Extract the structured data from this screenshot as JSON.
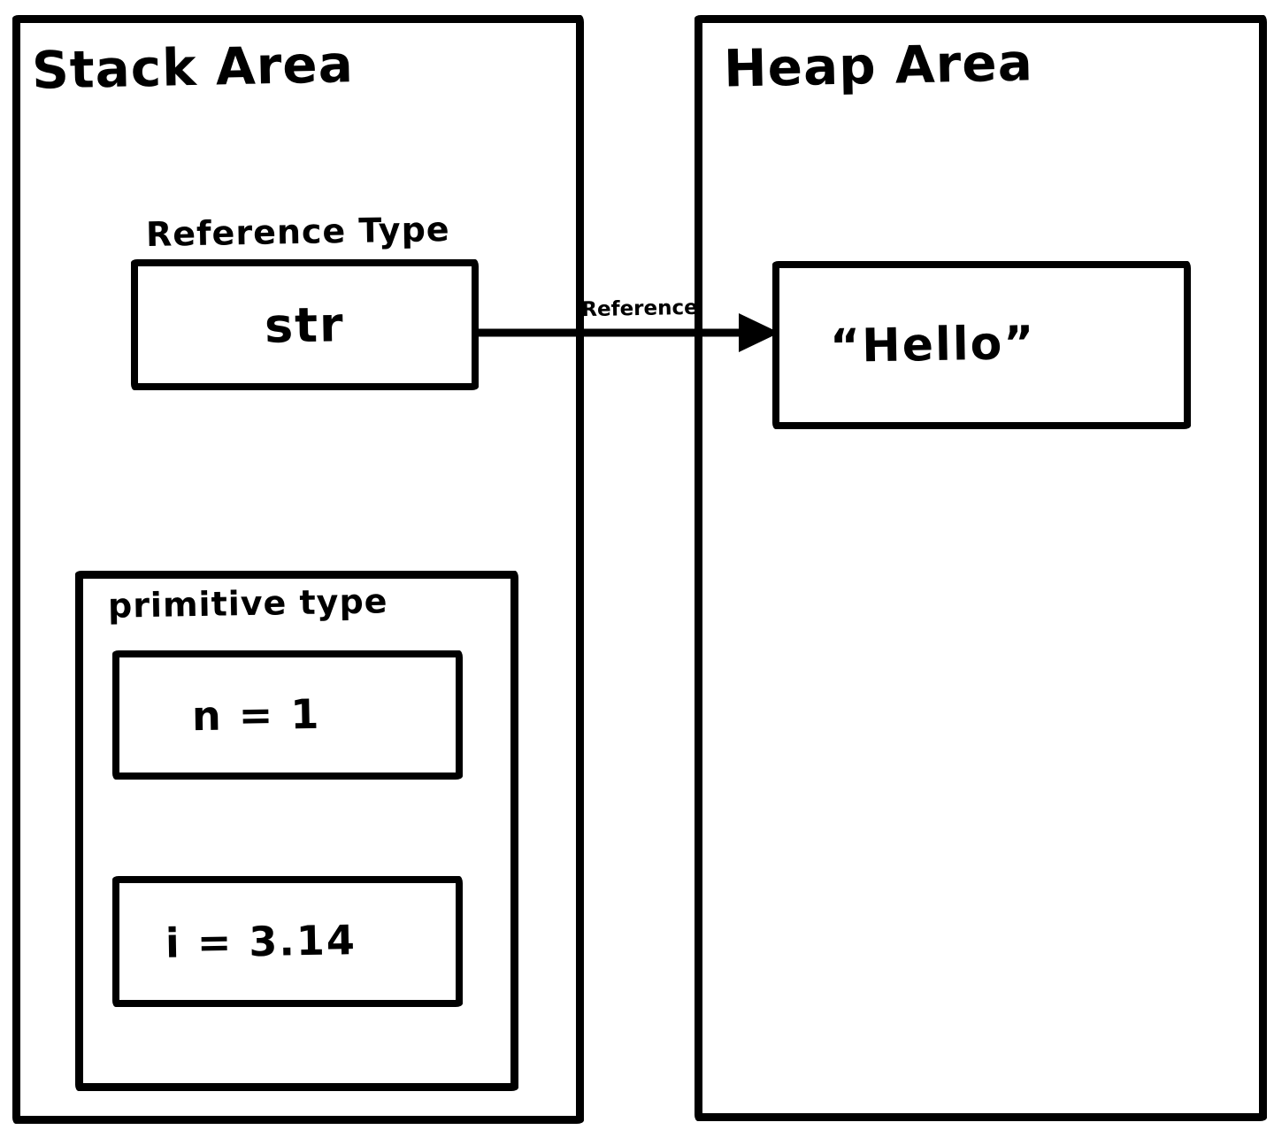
{
  "diagram": {
    "background": "#ffffff",
    "ink_color": "#000000",
    "stack_area": {
      "title": "Stack Area",
      "reference_type": {
        "label": "Reference Type",
        "variable": "str"
      },
      "primitive_type": {
        "label": "primitive type",
        "variables": [
          {
            "value": "n = 1"
          },
          {
            "value": "i = 3.14"
          }
        ]
      }
    },
    "heap_area": {
      "title": "Heap Area",
      "object": {
        "value": "“Hello”"
      }
    },
    "reference_arrow": {
      "label": "Reference"
    }
  }
}
